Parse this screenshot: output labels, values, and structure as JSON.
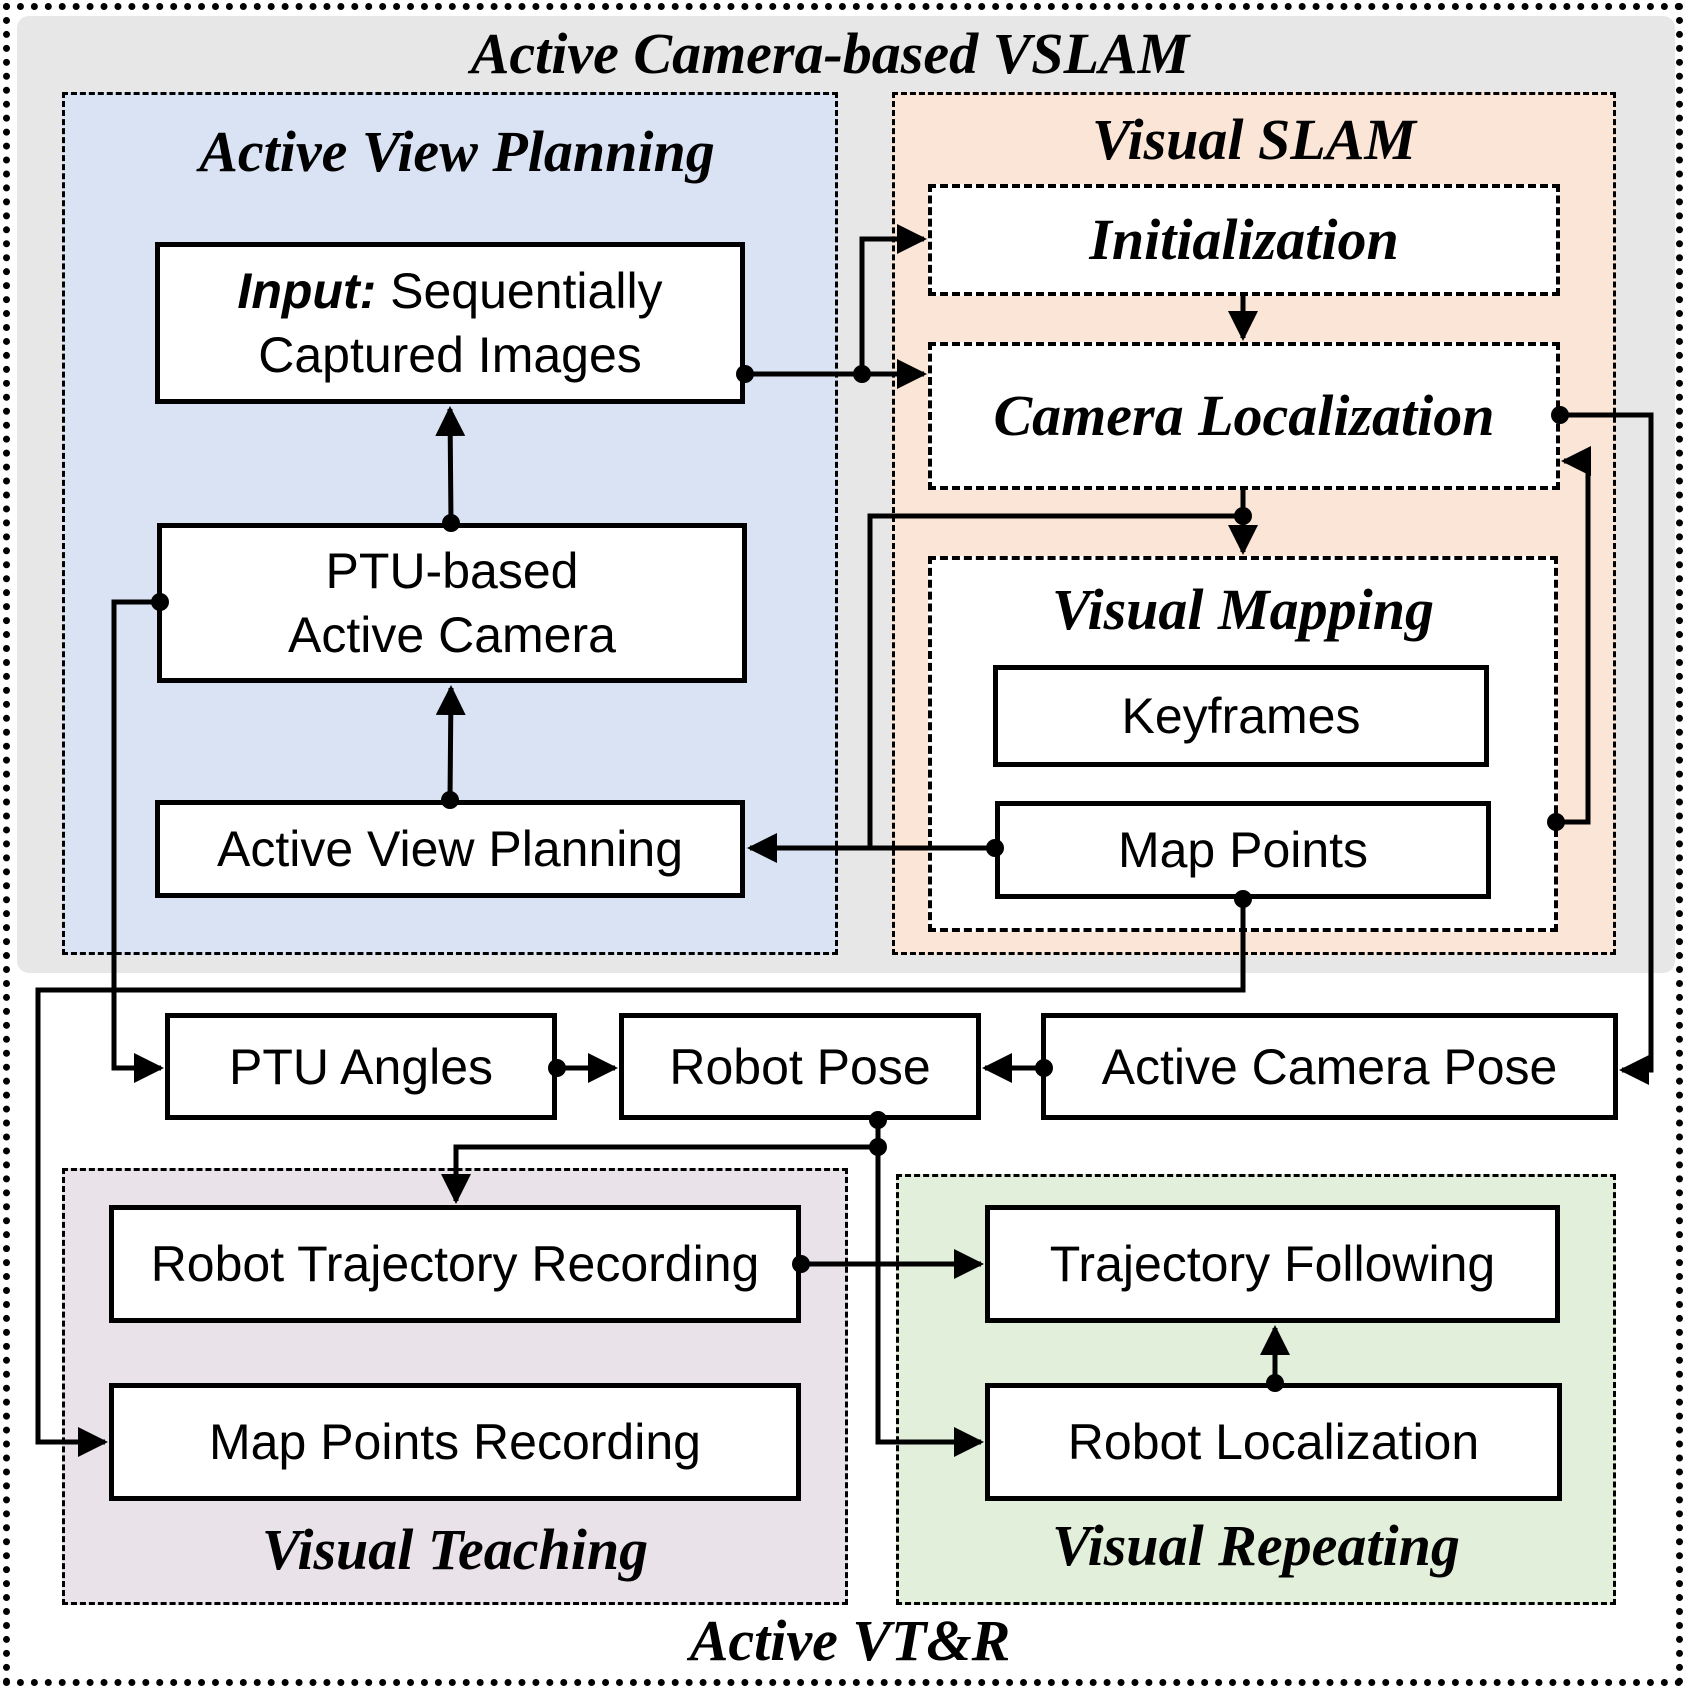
{
  "outer": {
    "vslam_title": "Active Camera-based VSLAM",
    "vtr_title": "Active VT&R"
  },
  "view_planning": {
    "title": "Active View Planning",
    "input_prefix": "Input:",
    "input_line1": " Sequentially",
    "input_line2": "Captured Images",
    "ptu_line1": "PTU-based",
    "ptu_line2": "Active Camera",
    "planner": "Active View Planning"
  },
  "visual_slam": {
    "title": "Visual SLAM",
    "initialization": "Initialization",
    "localization": "Camera Localization",
    "mapping": {
      "title": "Visual Mapping",
      "keyframes": "Keyframes",
      "map_points": "Map Points"
    }
  },
  "middle": {
    "ptu_angles": "PTU Angles",
    "robot_pose": "Robot Pose",
    "camera_pose": "Active Camera Pose"
  },
  "teaching": {
    "title": "Visual Teaching",
    "trajectory_recording": "Robot Trajectory Recording",
    "map_points_recording": "Map Points Recording"
  },
  "repeating": {
    "title": "Visual Repeating",
    "trajectory_following": "Trajectory Following",
    "robot_localization": "Robot Localization"
  },
  "colors": {
    "vslam_background": "#e7e7e7",
    "view_planning_background": "#dae3f3",
    "slam_background": "#fbe5d6",
    "teaching_background": "#e9e2e9",
    "repeating_background": "#e2efda",
    "ink": "#000000"
  }
}
